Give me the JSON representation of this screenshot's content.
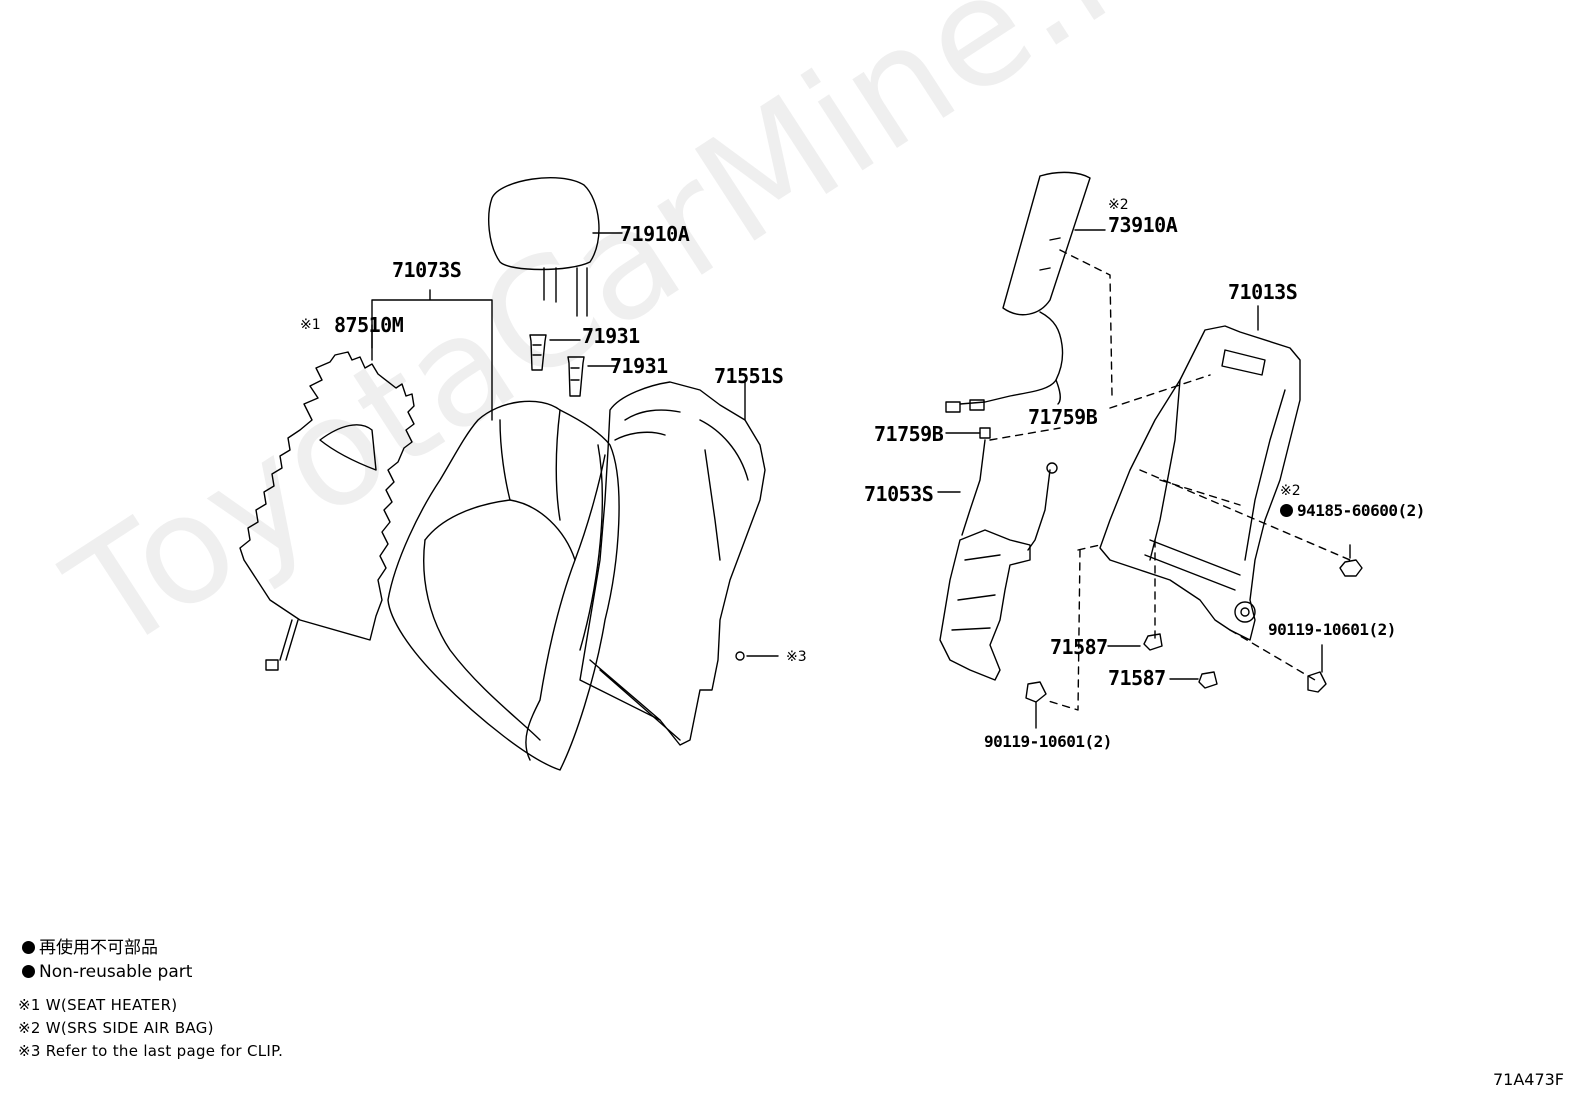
{
  "watermark": "ToyotaCarMine.ru",
  "parts": {
    "headrest": "71910A",
    "cover_assy": "71073S",
    "heater": "87510M",
    "guide1": "71931",
    "guide2": "71931",
    "board": "71551S",
    "airbag": "73910A",
    "frame": "71013S",
    "support1": "71759B",
    "support2": "71759B",
    "lumbar": "71053S",
    "bolt_r": "94185-60600(2)",
    "bolt_r2": "90119-10601(2)",
    "clip1": "71587",
    "clip2": "71587",
    "bolt_b": "90119-10601(2)"
  },
  "marks": {
    "heater_mark": "※1",
    "airbag_mark": "※2",
    "bolt_mark": "※2",
    "clip_mark": "※3"
  },
  "legend": {
    "jp": "再使用不可部品",
    "en": "Non-reusable part"
  },
  "notes": {
    "n1": "※1 W(SEAT HEATER)",
    "n2": "※2 W(SRS SIDE AIR BAG)",
    "n3": "※3 Refer to the last page for CLIP."
  },
  "diagram_code": "71A473F"
}
